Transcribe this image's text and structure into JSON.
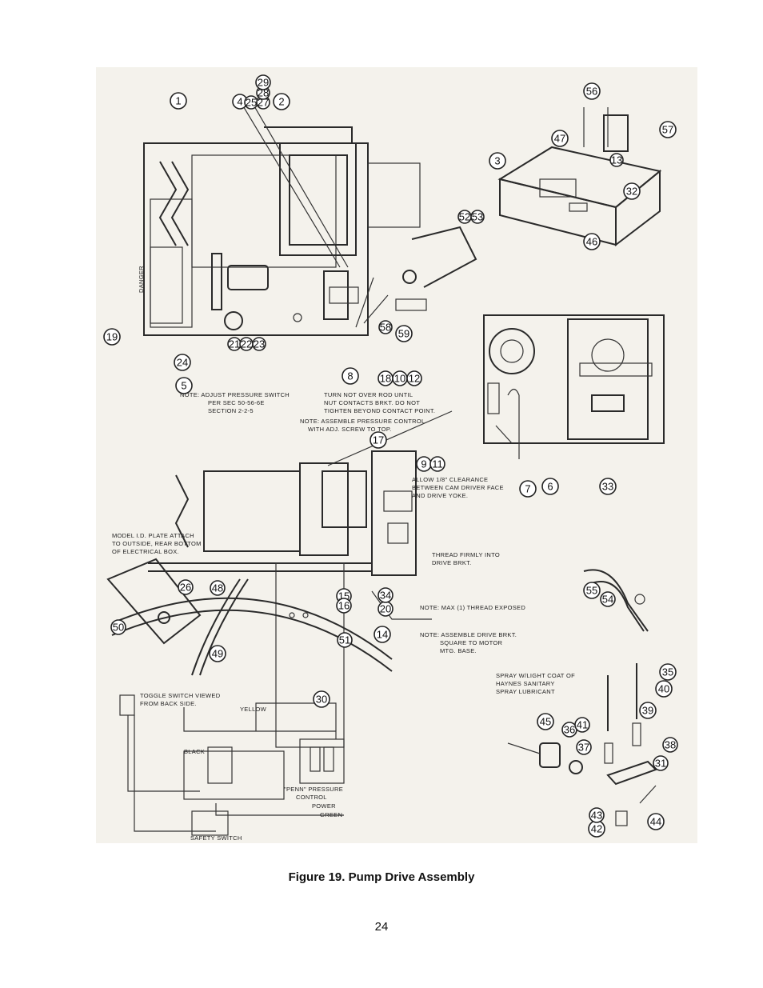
{
  "caption": "Figure 19.  Pump Drive Assembly",
  "page_number": "24",
  "drawing": {
    "danger_label": "DANGER",
    "notes": [
      "TURN NOT OVER ROD UNTIL",
      "NUT CONTACTS BRKT. DO NOT",
      "TIGHTEN BEYOND CONTACT POINT.",
      "NOTE: ASSEMBLE PRESSURE CONTROL",
      "WITH ADJ. SCREW TO TOP.",
      "NOTE: ADJUST PRESSURE SWITCH",
      "PER SEC 50-56-6E",
      "SECTION 2-2-5",
      "MODEL I.D. PLATE ATTACH",
      "TO OUTSIDE, REAR BOTTOM",
      "OF ELECTRICAL BOX.",
      "ALLOW 1/8\" CLEARANCE",
      "BETWEEN CAM DRIVER FACE",
      "AND DRIVE YOKE.",
      "THREAD FIRMLY INTO",
      "DRIVE BRKT.",
      "NOTE: MAX (1) THREAD EXPOSED",
      "NOTE: ASSEMBLE DRIVE BRKT.",
      "SQUARE TO MOTOR",
      "MTG. BASE.",
      "TOGGLE SWITCH VIEWED",
      "FROM BACK SIDE.",
      "YELLOW",
      "BLACK",
      "\"PENN\" PRESSURE",
      "CONTROL",
      "POWER",
      "GREEN",
      "SPRAY W/LIGHT COAT OF",
      "HAYNES SANITARY",
      "SPRAY LUBRICANT",
      "SAFETY SWITCH"
    ],
    "callouts": [
      "1",
      "2",
      "3",
      "4",
      "5",
      "6",
      "7",
      "8",
      "9",
      "10",
      "11",
      "12",
      "13",
      "14",
      "15",
      "16",
      "17",
      "18",
      "19",
      "20",
      "21",
      "22",
      "23",
      "24",
      "25",
      "26",
      "27",
      "28",
      "29",
      "30",
      "31",
      "32",
      "33",
      "34",
      "35",
      "36",
      "37",
      "38",
      "39",
      "40",
      "41",
      "42",
      "43",
      "44",
      "45",
      "46",
      "47",
      "48",
      "49",
      "50",
      "51",
      "52",
      "53",
      "54",
      "55",
      "56",
      "57",
      "58",
      "59"
    ]
  }
}
